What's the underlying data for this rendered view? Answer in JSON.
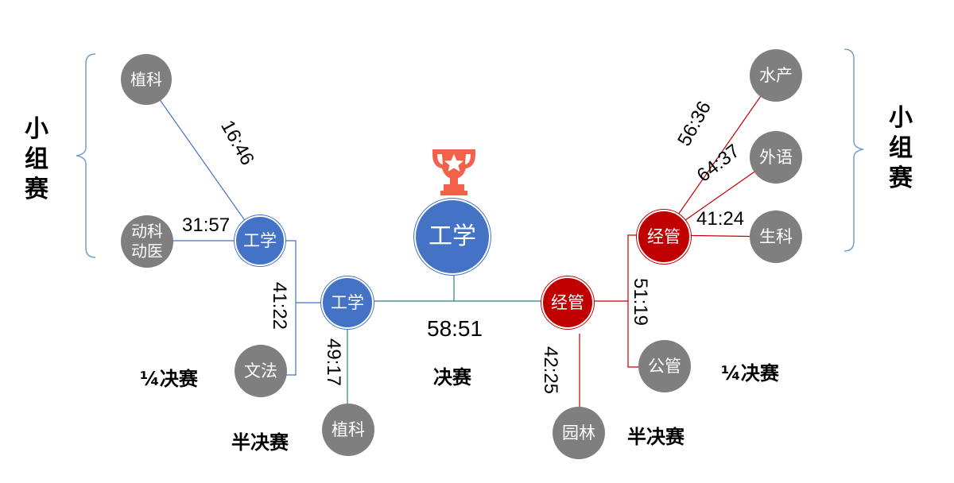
{
  "colors": {
    "blue": "#4472c4",
    "red": "#c00000",
    "gray": "#7f7f7f",
    "trophy": "#f4614b",
    "link_final": "#2e7d8c"
  },
  "icons": {
    "trophy": "trophy-icon"
  },
  "nodes": {
    "champion": "工学",
    "left_group_a": "植科",
    "left_group_b": "动科\n动医",
    "left_quarter_winner": "工学",
    "left_quarter_loser": "文法",
    "left_semi_winner": "工学",
    "left_semi_loser": "植科",
    "right_group_a": "水产",
    "right_group_b": "外语",
    "right_group_c": "生科",
    "right_group_winner": "经管",
    "right_quarter_loser": "公管",
    "right_semi_winner": "经管",
    "right_semi_loser": "园林"
  },
  "scores": {
    "left_group_a": "16:46",
    "left_group_b": "31:57",
    "left_quarter": "41:22",
    "left_semi": "49:17",
    "final": "58:51",
    "right_group_a": "56:36",
    "right_group_b": "64:37",
    "right_group_c": "41:24",
    "right_quarter": "51:19",
    "right_semi": "42:25"
  },
  "labels": {
    "group_left": "小组赛",
    "group_right": "小组赛",
    "quarter_left": "¼决赛",
    "quarter_right": "¼决赛",
    "semi_left": "半决赛",
    "semi_right": "半决赛",
    "final": "决赛"
  }
}
